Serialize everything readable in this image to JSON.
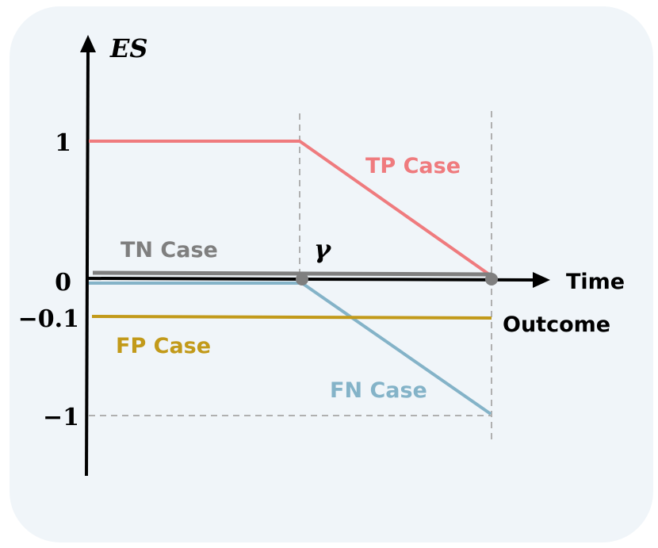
{
  "axes": {
    "y_label": "ES",
    "x_label": "Time",
    "outcome_label": "Outcome",
    "gamma_label": "γ",
    "ticks": [
      {
        "text": "1",
        "value": 1
      },
      {
        "text": "0",
        "value": 0
      },
      {
        "text": "−0.1",
        "value": -0.1
      },
      {
        "text": "−1",
        "value": -1
      }
    ]
  },
  "cases": {
    "tp": {
      "label": "TP Case",
      "color": "#ef7b7e"
    },
    "tn": {
      "label": "TN Case",
      "color": "#7f7f7f"
    },
    "fp": {
      "label": "FP Case",
      "color": "#c29a1a"
    },
    "fn": {
      "label": "FN Case",
      "color": "#84b3c8"
    }
  },
  "colors": {
    "axis": "#000000",
    "guide": "#b0b0b0",
    "marker": "#7f7f7f",
    "background": "#f0f5f9"
  }
}
